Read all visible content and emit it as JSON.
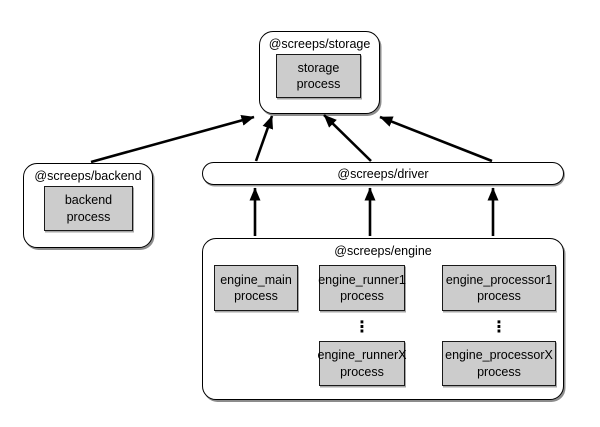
{
  "diagram": {
    "storage": {
      "label": "@screeps/storage",
      "process": "storage\nprocess"
    },
    "backend": {
      "label": "@screeps/backend",
      "process": "backend\nprocess"
    },
    "driver": {
      "label": "@screeps/driver"
    },
    "engine": {
      "label": "@screeps/engine",
      "processes": {
        "main": "engine_main\nprocess",
        "runner1": "engine_runner1\nprocess",
        "processor1": "engine_processor1\nprocess",
        "runnerX": "engine_runnerX\nprocess",
        "processorX": "engine_processorX\nprocess"
      },
      "ellipsis": "⋮"
    },
    "edges": [
      {
        "from": "backend",
        "to": "storage",
        "position": "left-diagonal"
      },
      {
        "from": "driver",
        "to": "storage",
        "position": "left"
      },
      {
        "from": "driver",
        "to": "storage",
        "position": "middle"
      },
      {
        "from": "driver",
        "to": "storage",
        "position": "right"
      },
      {
        "from": "engine",
        "to": "driver",
        "position": "left"
      },
      {
        "from": "engine",
        "to": "driver",
        "position": "middle"
      },
      {
        "from": "engine",
        "to": "driver",
        "position": "right"
      }
    ]
  },
  "colors": {
    "background": "#ffffff",
    "container_fill": "#ffffff",
    "process_fill": "#cccccc",
    "border": "#000000",
    "arrow": "#000000"
  }
}
